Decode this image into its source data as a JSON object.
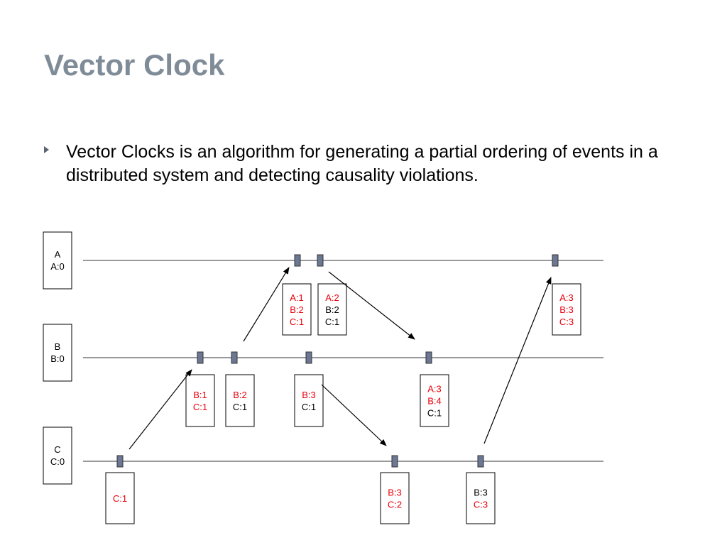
{
  "title": "Vector Clock",
  "bullet": "Vector Clocks is an algorithm for generating a partial ordering of events in a distributed system and detecting causality violations.",
  "colors": {
    "title": "#7f8c98",
    "red": "#e8000b",
    "black": "#000000",
    "event_fill": "#6b7793"
  },
  "processes": [
    {
      "name": "A",
      "clock": "A:0"
    },
    {
      "name": "B",
      "clock": "B:0"
    },
    {
      "name": "C",
      "clock": "C:0"
    }
  ],
  "events": [
    {
      "id": "a1",
      "lines": [
        {
          "t": "A:1",
          "red": true
        },
        {
          "t": "B:2",
          "red": true
        },
        {
          "t": "C:1",
          "red": true
        }
      ]
    },
    {
      "id": "a2",
      "lines": [
        {
          "t": "A:2",
          "red": true
        },
        {
          "t": "B:2",
          "red": false
        },
        {
          "t": "C:1",
          "red": false
        }
      ]
    },
    {
      "id": "a3",
      "lines": [
        {
          "t": "A:3",
          "red": true
        },
        {
          "t": "B:3",
          "red": true
        },
        {
          "t": "C:3",
          "red": true
        }
      ]
    },
    {
      "id": "b1",
      "lines": [
        {
          "t": "B:1",
          "red": true
        },
        {
          "t": "C:1",
          "red": true
        }
      ]
    },
    {
      "id": "b2",
      "lines": [
        {
          "t": "B:2",
          "red": true
        },
        {
          "t": "C:1",
          "red": false
        }
      ]
    },
    {
      "id": "b3",
      "lines": [
        {
          "t": "B:3",
          "red": true
        },
        {
          "t": "C:1",
          "red": false
        }
      ]
    },
    {
      "id": "b4",
      "lines": [
        {
          "t": "A:3",
          "red": true
        },
        {
          "t": "B:4",
          "red": true
        },
        {
          "t": "C:1",
          "red": false
        }
      ]
    },
    {
      "id": "c1",
      "lines": [
        {
          "t": "C:1",
          "red": true
        }
      ]
    },
    {
      "id": "c2",
      "lines": [
        {
          "t": "B:3",
          "red": true
        },
        {
          "t": "C:2",
          "red": true
        }
      ]
    },
    {
      "id": "c3",
      "lines": [
        {
          "t": "B:3",
          "red": false
        },
        {
          "t": "C:3",
          "red": true
        }
      ]
    }
  ]
}
